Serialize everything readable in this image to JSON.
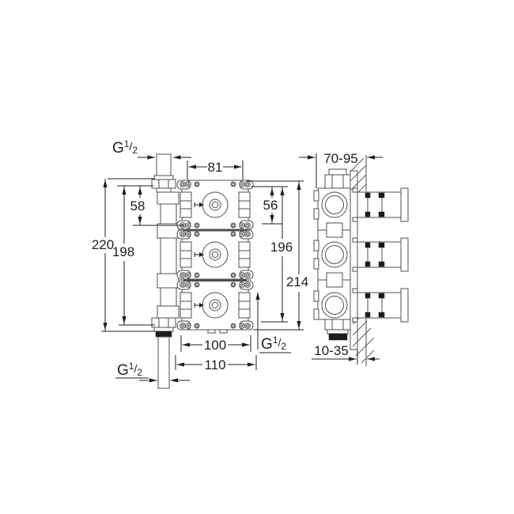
{
  "drawing_type": "installation-dimension-drawing",
  "colors": {
    "background": "#ffffff",
    "line": "#4f4f4f",
    "dim": "#1f1f1f"
  },
  "thread": {
    "base": "G",
    "numerator": "1",
    "slash": "/",
    "denominator": "2"
  },
  "front": {
    "dims": {
      "top_width": "81",
      "left_offset": "58",
      "right_offset": "56",
      "height_outer_left": "220",
      "height_inner_left": "198",
      "height_inner_right": "196",
      "height_outer_right": "214",
      "bottom_width_inner": "100",
      "bottom_width_outer": "110"
    }
  },
  "side": {
    "dims": {
      "depth_top": "70-95",
      "depth_bottom": "10-35"
    }
  }
}
